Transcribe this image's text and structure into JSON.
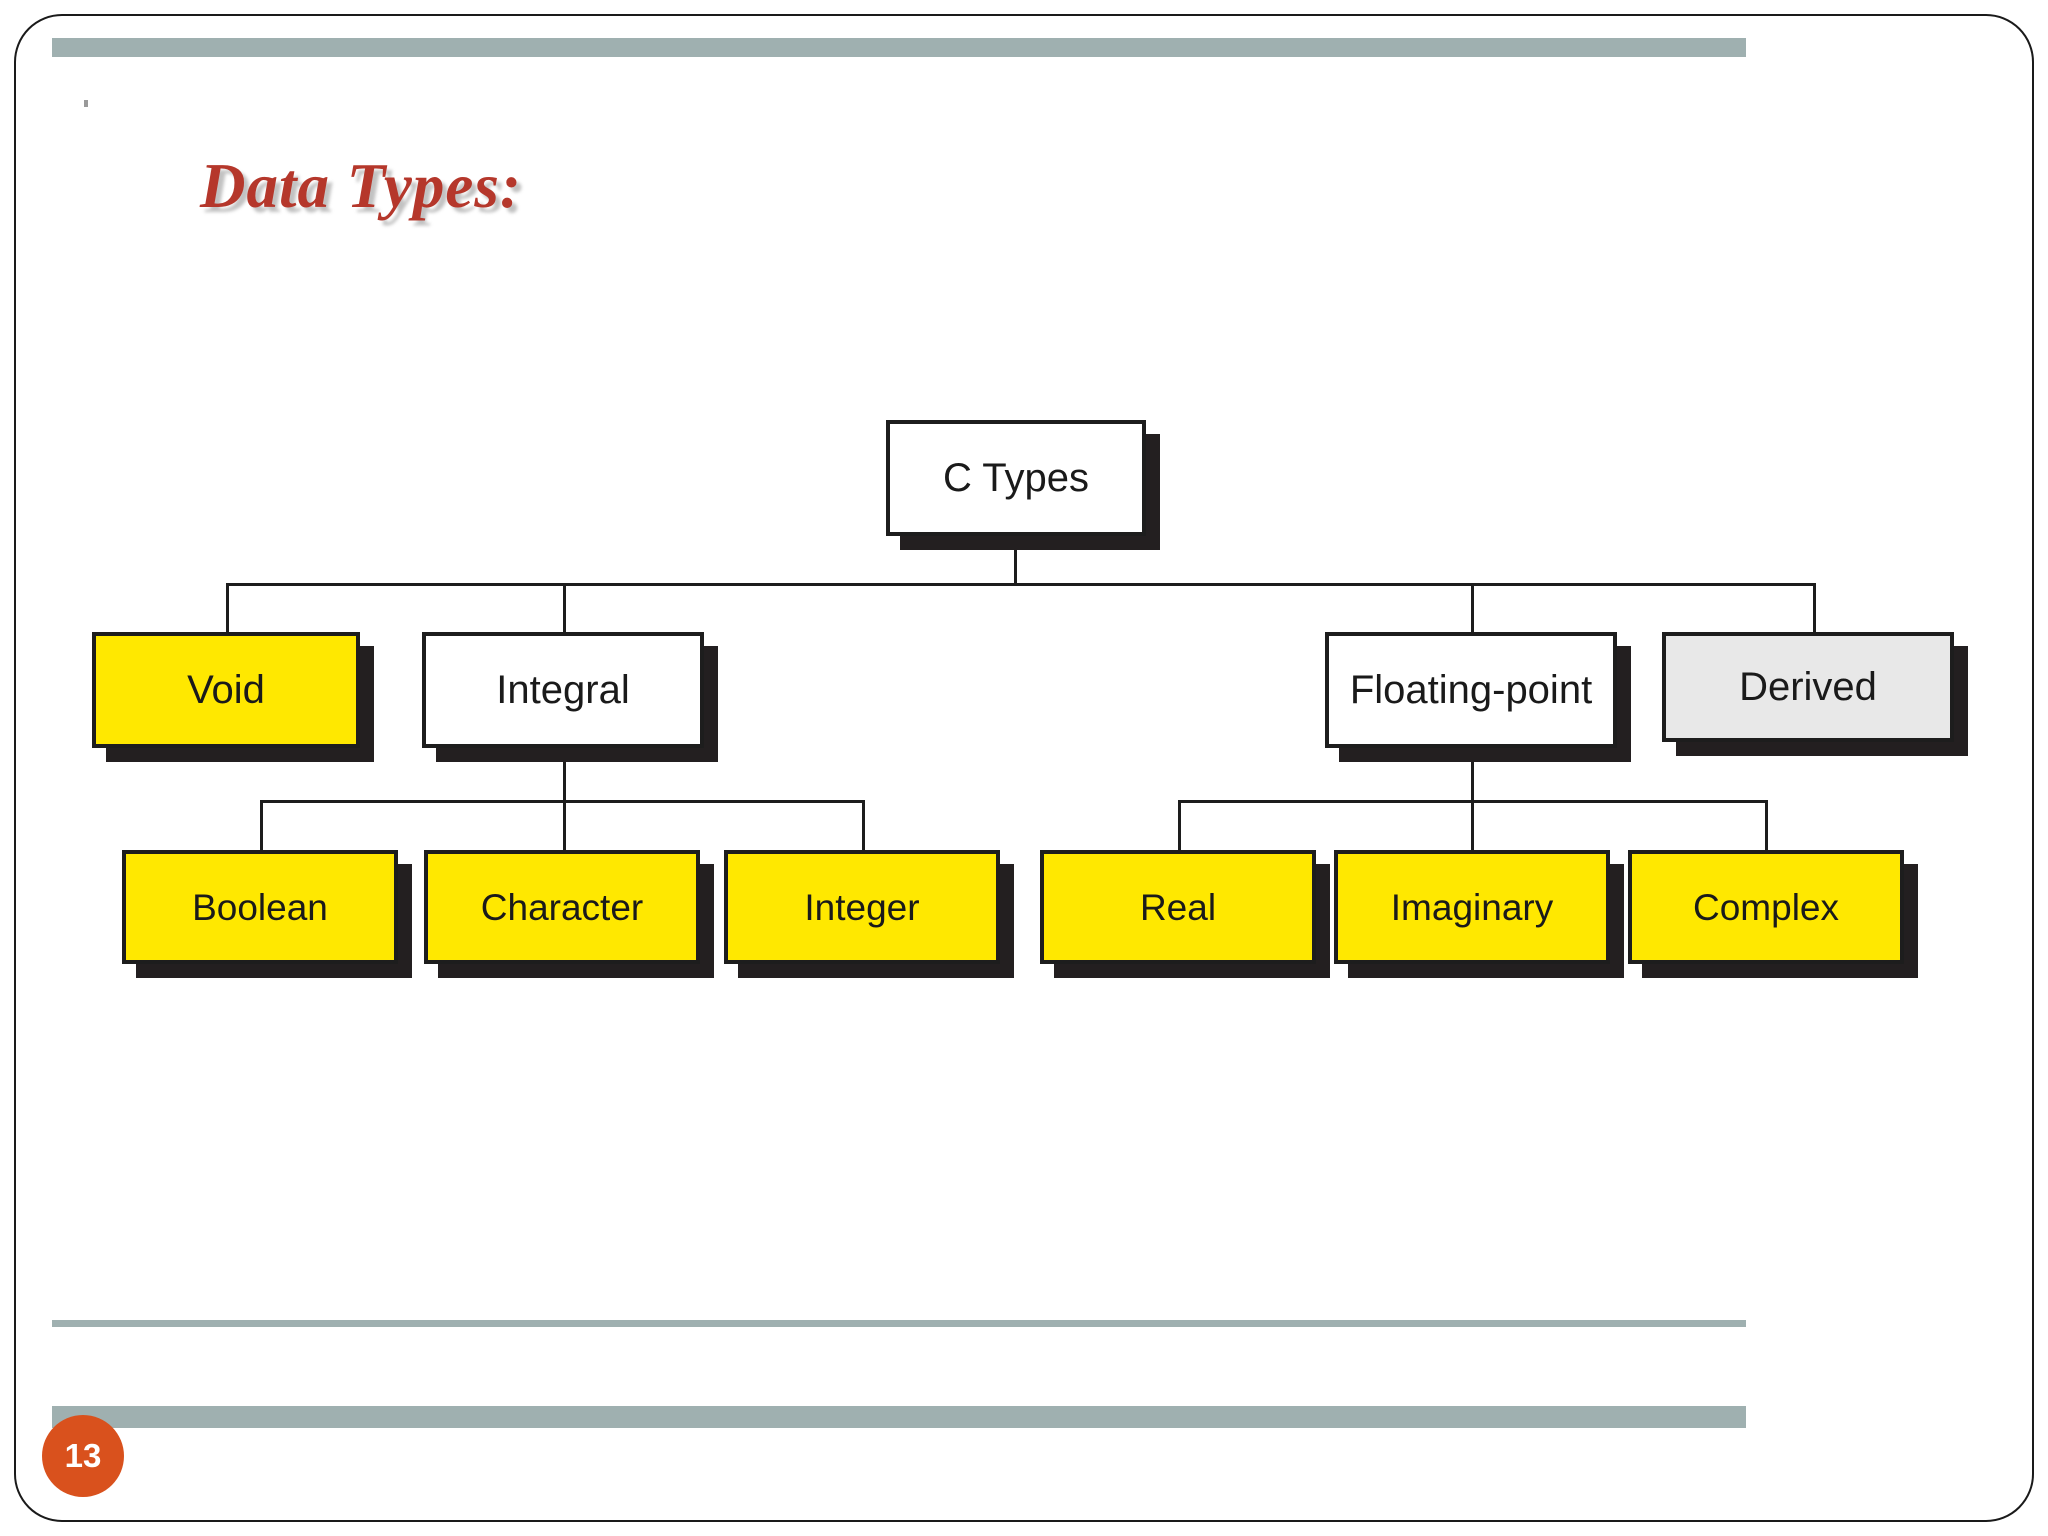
{
  "slide": {
    "title": "Data Types:",
    "page_number": "13",
    "accent_bar_color": "#9fb0b0",
    "title_color": "#b5372b",
    "badge_color": "#d9511d"
  },
  "chart_data": {
    "type": "diagram",
    "title": "C Types",
    "diagram_kind": "hierarchy-tree",
    "node_colors": {
      "yellow": "#ffe800",
      "white": "#ffffff",
      "gray": "#e8e8e8",
      "border": "#1d1d1d",
      "shadow": "#231f20"
    },
    "nodes": [
      {
        "id": "c-types",
        "label": "C Types",
        "level": 0,
        "fill": "white",
        "parent": null
      },
      {
        "id": "void",
        "label": "Void",
        "level": 1,
        "fill": "yellow",
        "parent": "c-types"
      },
      {
        "id": "integral",
        "label": "Integral",
        "level": 1,
        "fill": "white",
        "parent": "c-types"
      },
      {
        "id": "floating-point",
        "label": "Floating-point",
        "level": 1,
        "fill": "white",
        "parent": "c-types"
      },
      {
        "id": "derived",
        "label": "Derived",
        "level": 1,
        "fill": "gray",
        "parent": "c-types"
      },
      {
        "id": "boolean",
        "label": "Boolean",
        "level": 2,
        "fill": "yellow",
        "parent": "integral"
      },
      {
        "id": "character",
        "label": "Character",
        "level": 2,
        "fill": "yellow",
        "parent": "integral"
      },
      {
        "id": "integer",
        "label": "Integer",
        "level": 2,
        "fill": "yellow",
        "parent": "integral"
      },
      {
        "id": "real",
        "label": "Real",
        "level": 2,
        "fill": "yellow",
        "parent": "floating-point"
      },
      {
        "id": "imaginary",
        "label": "Imaginary",
        "level": 2,
        "fill": "yellow",
        "parent": "floating-point"
      },
      {
        "id": "complex",
        "label": "Complex",
        "level": 2,
        "fill": "yellow",
        "parent": "floating-point"
      }
    ],
    "edges": [
      {
        "from": "c-types",
        "to": "void"
      },
      {
        "from": "c-types",
        "to": "integral"
      },
      {
        "from": "c-types",
        "to": "floating-point"
      },
      {
        "from": "c-types",
        "to": "derived"
      },
      {
        "from": "integral",
        "to": "boolean"
      },
      {
        "from": "integral",
        "to": "character"
      },
      {
        "from": "integral",
        "to": "integer"
      },
      {
        "from": "floating-point",
        "to": "real"
      },
      {
        "from": "floating-point",
        "to": "imaginary"
      },
      {
        "from": "floating-point",
        "to": "complex"
      }
    ]
  }
}
